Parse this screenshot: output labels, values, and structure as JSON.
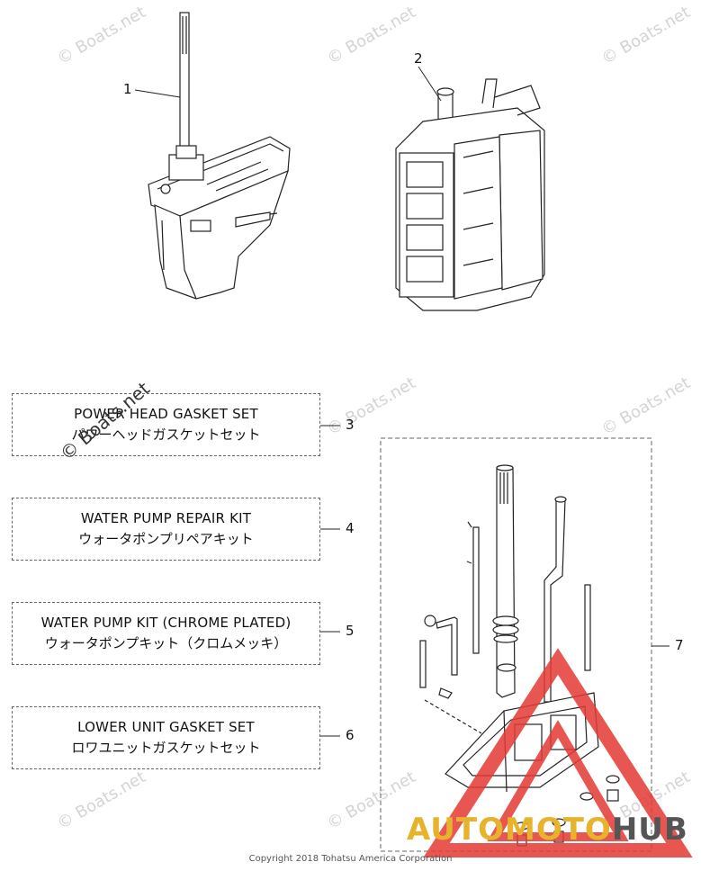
{
  "callouts": [
    "1",
    "2",
    "3",
    "4",
    "5",
    "6",
    "7"
  ],
  "kits": [
    {
      "en": "POWER HEAD GASKET SET",
      "jp": "パワーヘッドガスケットセット"
    },
    {
      "en": "WATER PUMP REPAIR KIT",
      "jp": "ウォータポンプリペアキット"
    },
    {
      "en": "WATER PUMP KIT (CHROME PLATED)",
      "jp": "ウォータポンプキット（クロムメッキ）"
    },
    {
      "en": "LOWER UNIT GASKET SET",
      "jp": "ロワユニットガスケットセット"
    }
  ],
  "copyright": "Copyright 2018 Tohatsu America Corporation",
  "watermark": "© Boats.net",
  "logo": {
    "part1": "AUTO",
    "part2": "MOTO",
    "part3": "HUB"
  },
  "colors": {
    "line": "#222222",
    "dash": "#666666",
    "logo_red": "#e53935",
    "logo_gold": "#e7b22c",
    "watermark": "#d4d4d4"
  },
  "icons": [
    "lower-unit-drawing",
    "power-head-drawing",
    "water-pump-kit-drawing",
    "autosmotohub-triangle-logo"
  ]
}
